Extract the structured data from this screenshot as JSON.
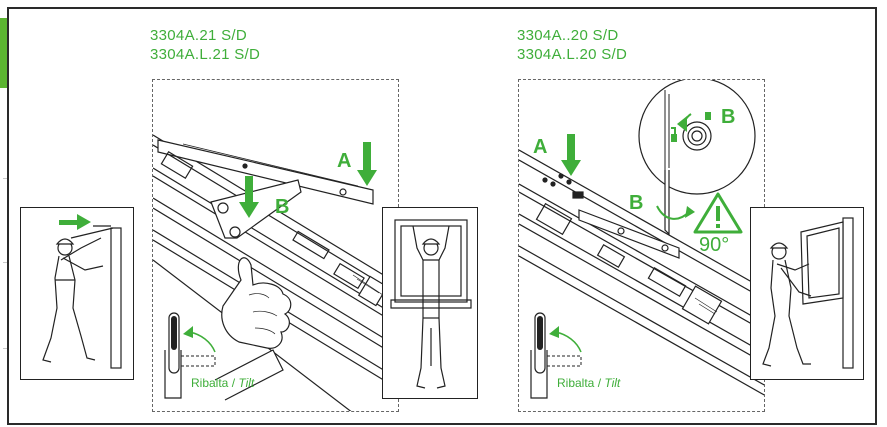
{
  "left": {
    "model_line1": "3304A.21 S/D",
    "model_line2": "3304A.L.21 S/D",
    "label_A": "A",
    "label_B": "B",
    "handle_label": "Ribalta /",
    "handle_label_italic": "Tilt"
  },
  "right": {
    "model_line1": "3304A..20 S/D",
    "model_line2": "3304A.L.20 S/D",
    "label_A": "A",
    "label_B_detail": "B",
    "label_B_arm": "B",
    "warning_angle": "90°",
    "handle_label": "Ribalta /",
    "handle_label_italic": "Tilt"
  },
  "colors": {
    "accent": "#3fae3a",
    "line": "#222222",
    "frame": "#2a2a2a"
  }
}
